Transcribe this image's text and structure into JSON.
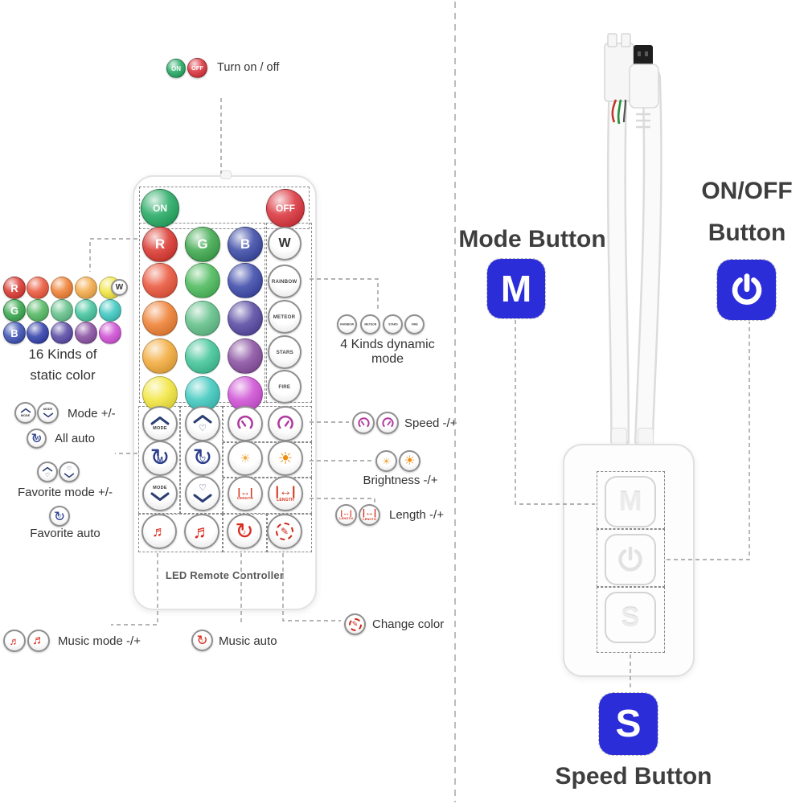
{
  "colors": {
    "accent_blue": "#2b2dd8",
    "on_green": "#13a356",
    "off_red": "#d8232d",
    "r_red": "#d8271f",
    "g_green": "#2ea23f",
    "b_blue": "#2b3b9f",
    "swatch_r_label": "#d8271f",
    "swatch_g_label": "#28a03f",
    "swatch_b_label": "#2b43ad",
    "navy_icon": "#2c3e73",
    "magenta_icon": "#b03aa0",
    "orange_icon": "#ee8c0e",
    "red_icon": "#d6341f"
  },
  "top_note": {
    "on": "ON",
    "off": "OFF",
    "label": "Turn on / off"
  },
  "remote": {
    "on": "ON",
    "off": "OFF",
    "r": "R",
    "g": "G",
    "b": "B",
    "w": "W",
    "mode_text": "MODE",
    "length_text": "LENGTH",
    "dynamic": [
      "RAINBOW",
      "METEOR",
      "STARS",
      "FIRE"
    ],
    "grid_colors": [
      "#e9472a",
      "#3cb44e",
      "#2c3aa2",
      "#ee7522",
      "#55bb80",
      "#493a9b",
      "#f2a42c",
      "#32c090",
      "#7f4199",
      "#f1e42e",
      "#2fc4b9",
      "#cb42d2"
    ],
    "footer": "LED Remote Controller"
  },
  "static_colors": {
    "r": "R",
    "g": "G",
    "b": "B",
    "w": "W",
    "row1": [
      "#e84a2b",
      "#ee7522",
      "#f3a43a",
      "#f2e433"
    ],
    "row2": [
      "#46b357",
      "#58bd82",
      "#35c096",
      "#2fc3bb"
    ],
    "row3": [
      "#2230a5",
      "#4a3a9d",
      "#7e4199",
      "#cb42d2"
    ],
    "caption1": "16 Kinds of",
    "caption2": "static color"
  },
  "left_notes": {
    "mode_pm": "Mode +/-",
    "all_auto": "All auto",
    "favorite_pm": "Favorite mode +/-",
    "favorite_auto": "Favorite auto",
    "music_mode": "Music mode -/+",
    "music_auto": "Music auto"
  },
  "right_notes": {
    "dynamic_caption": "4 Kinds dynamic mode",
    "speed": "Speed -/+",
    "brightness": "Brightness -/+",
    "length": "Length -/+",
    "change_color": "Change color"
  },
  "mini": {
    "mode_label": "Mode Button",
    "onoff_line1": "ON/OFF",
    "onoff_line2": "Button",
    "speed_label": "Speed Button",
    "m": "M",
    "s": "S"
  },
  "icons": {
    "refresh": "↻",
    "heart": "♡",
    "sun": "☀",
    "note": "♬",
    "note_small": "♪",
    "arrows_lr": "|↔|",
    "pen": "✎"
  }
}
